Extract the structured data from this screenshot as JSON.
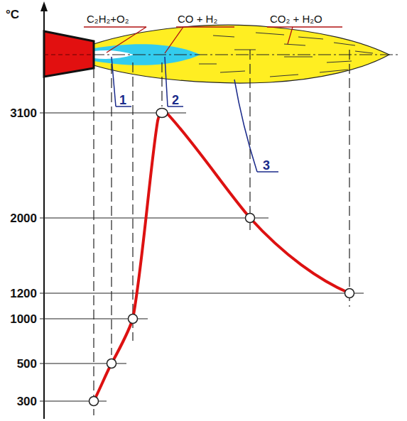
{
  "diagram": {
    "labels": [
      "°C",
      "C₂H₂+O₂",
      "CO + H₂",
      "CO₂ + H₂O",
      "1",
      "2",
      "3",
      "3100",
      "2000",
      "1200",
      "1000",
      "500",
      "300"
    ]
  }
}
